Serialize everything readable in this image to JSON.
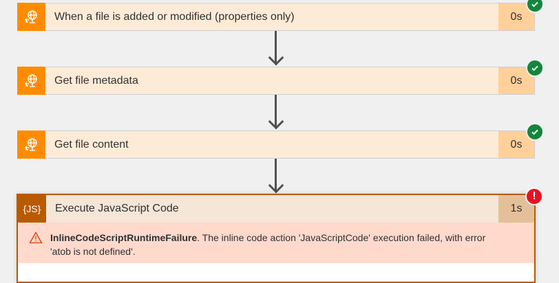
{
  "steps": [
    {
      "title": "When a file is added or modified (properties only)",
      "duration": "0s",
      "status": "succeeded",
      "icon": "globe-connector-icon"
    },
    {
      "title": "Get file metadata",
      "duration": "0s",
      "status": "succeeded",
      "icon": "globe-connector-icon"
    },
    {
      "title": "Get file content",
      "duration": "0s",
      "status": "succeeded",
      "icon": "globe-connector-icon"
    },
    {
      "title": "Execute JavaScript Code",
      "duration": "1s",
      "status": "failed",
      "icon": "js-icon",
      "icon_text": "{JS}"
    }
  ],
  "error": {
    "code": "InlineCodeScriptRuntimeFailure",
    "message": ". The inline code action 'JavaScriptCode' execution failed, with error 'atob is not defined'.",
    "icon": "warning-icon"
  },
  "badges": {
    "succeeded": "✓",
    "failed": "!"
  },
  "colors": {
    "connector_orange": "#ff8c00",
    "js_brown": "#b85a00",
    "success_green": "#13863b",
    "error_red": "#e81123",
    "error_bg": "#fed9cc"
  }
}
